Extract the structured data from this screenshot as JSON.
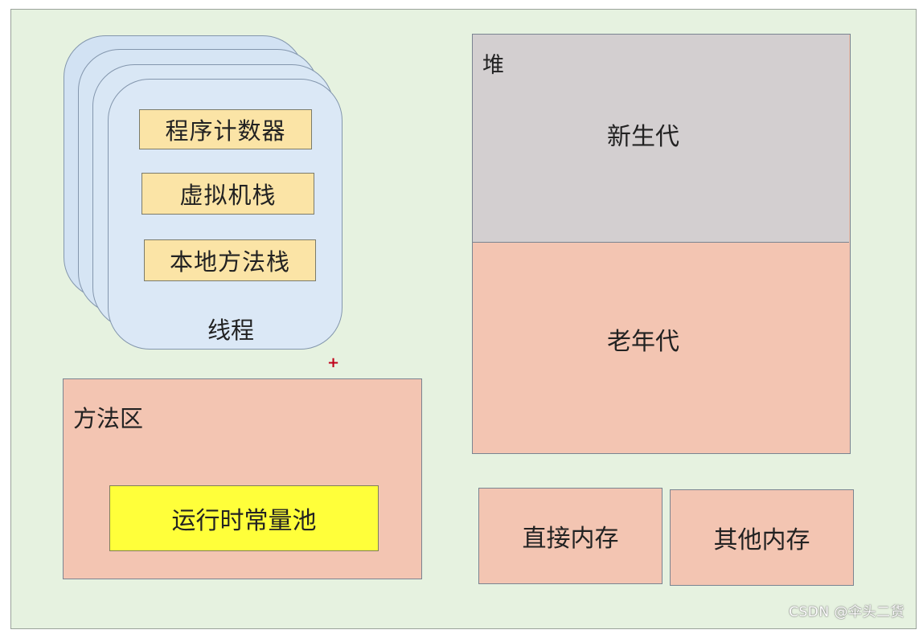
{
  "thread": {
    "label": "线程",
    "items": [
      "程序计数器",
      "虚拟机栈",
      "本地方法栈"
    ]
  },
  "method_area": {
    "label": "方法区",
    "runtime_pool": "运行时常量池"
  },
  "heap": {
    "label": "堆",
    "young": "新生代",
    "old": "老年代"
  },
  "direct_memory": "直接内存",
  "other_memory": "其他内存",
  "watermark": "CSDN @伞头二货",
  "colors": {
    "background": "#e6f2e0",
    "thread_card": "#dbe8f6",
    "thread_item": "#fbe4a6",
    "salmon": "#f3c5b2",
    "young_gen": "#d3cfd0",
    "runtime_pool": "#ffff3a"
  }
}
